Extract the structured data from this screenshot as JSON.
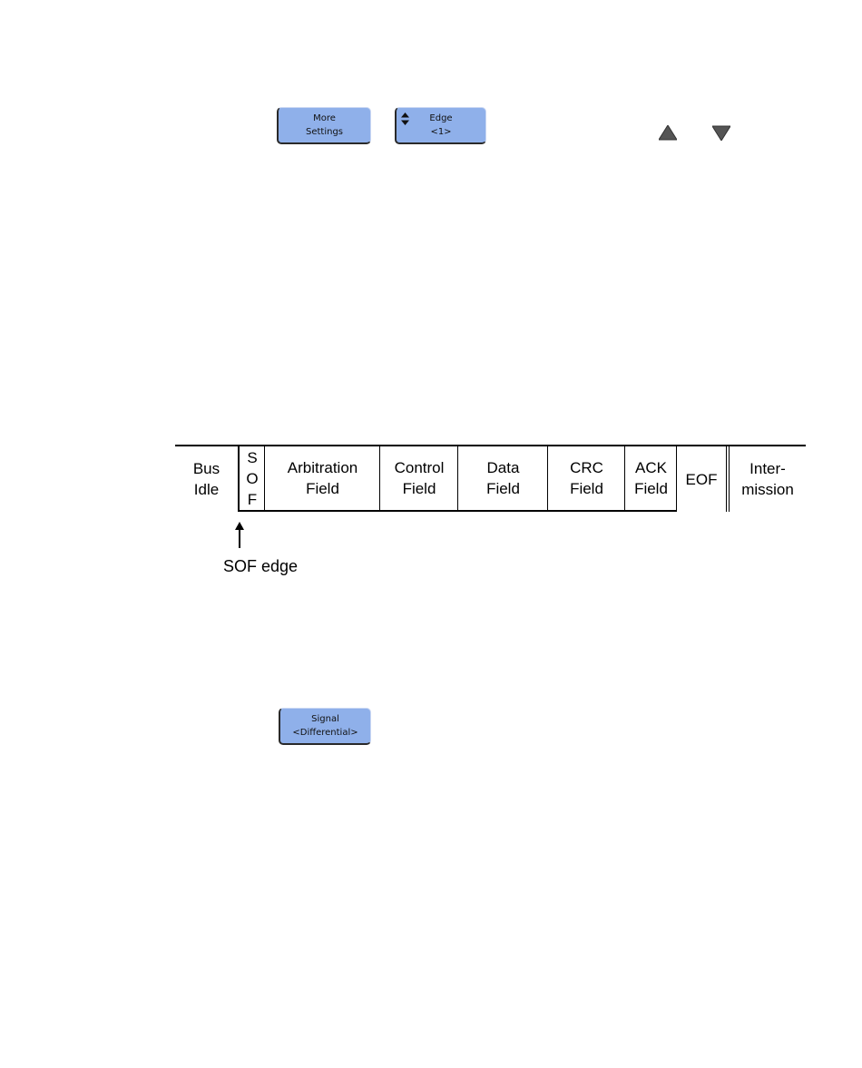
{
  "softkeys": {
    "more_settings": {
      "line1": "More",
      "line2": "Settings"
    },
    "edge": {
      "line1": "Edge",
      "line2": "<1>"
    },
    "signal": {
      "line1": "Signal",
      "line2": "<Differential>"
    }
  },
  "icons": {
    "updown": "up-down-arrows-icon",
    "up": "up-triangle-icon",
    "down": "down-triangle-icon"
  },
  "frame": {
    "bus_idle": [
      "Bus",
      "Idle"
    ],
    "sof": [
      "S",
      "O",
      "F"
    ],
    "arbitration": [
      "Arbitration",
      "Field"
    ],
    "control": [
      "Control",
      "Field"
    ],
    "data": [
      "Data",
      "Field"
    ],
    "crc": [
      "CRC",
      "Field"
    ],
    "ack": [
      "ACK",
      "Field"
    ],
    "eof": "EOF",
    "intermission": [
      "Inter-",
      "mission"
    ]
  },
  "sof_edge_label": "SOF edge",
  "colors": {
    "softkey_fill": "#8fb0ea",
    "icon_gray": "#555555"
  }
}
